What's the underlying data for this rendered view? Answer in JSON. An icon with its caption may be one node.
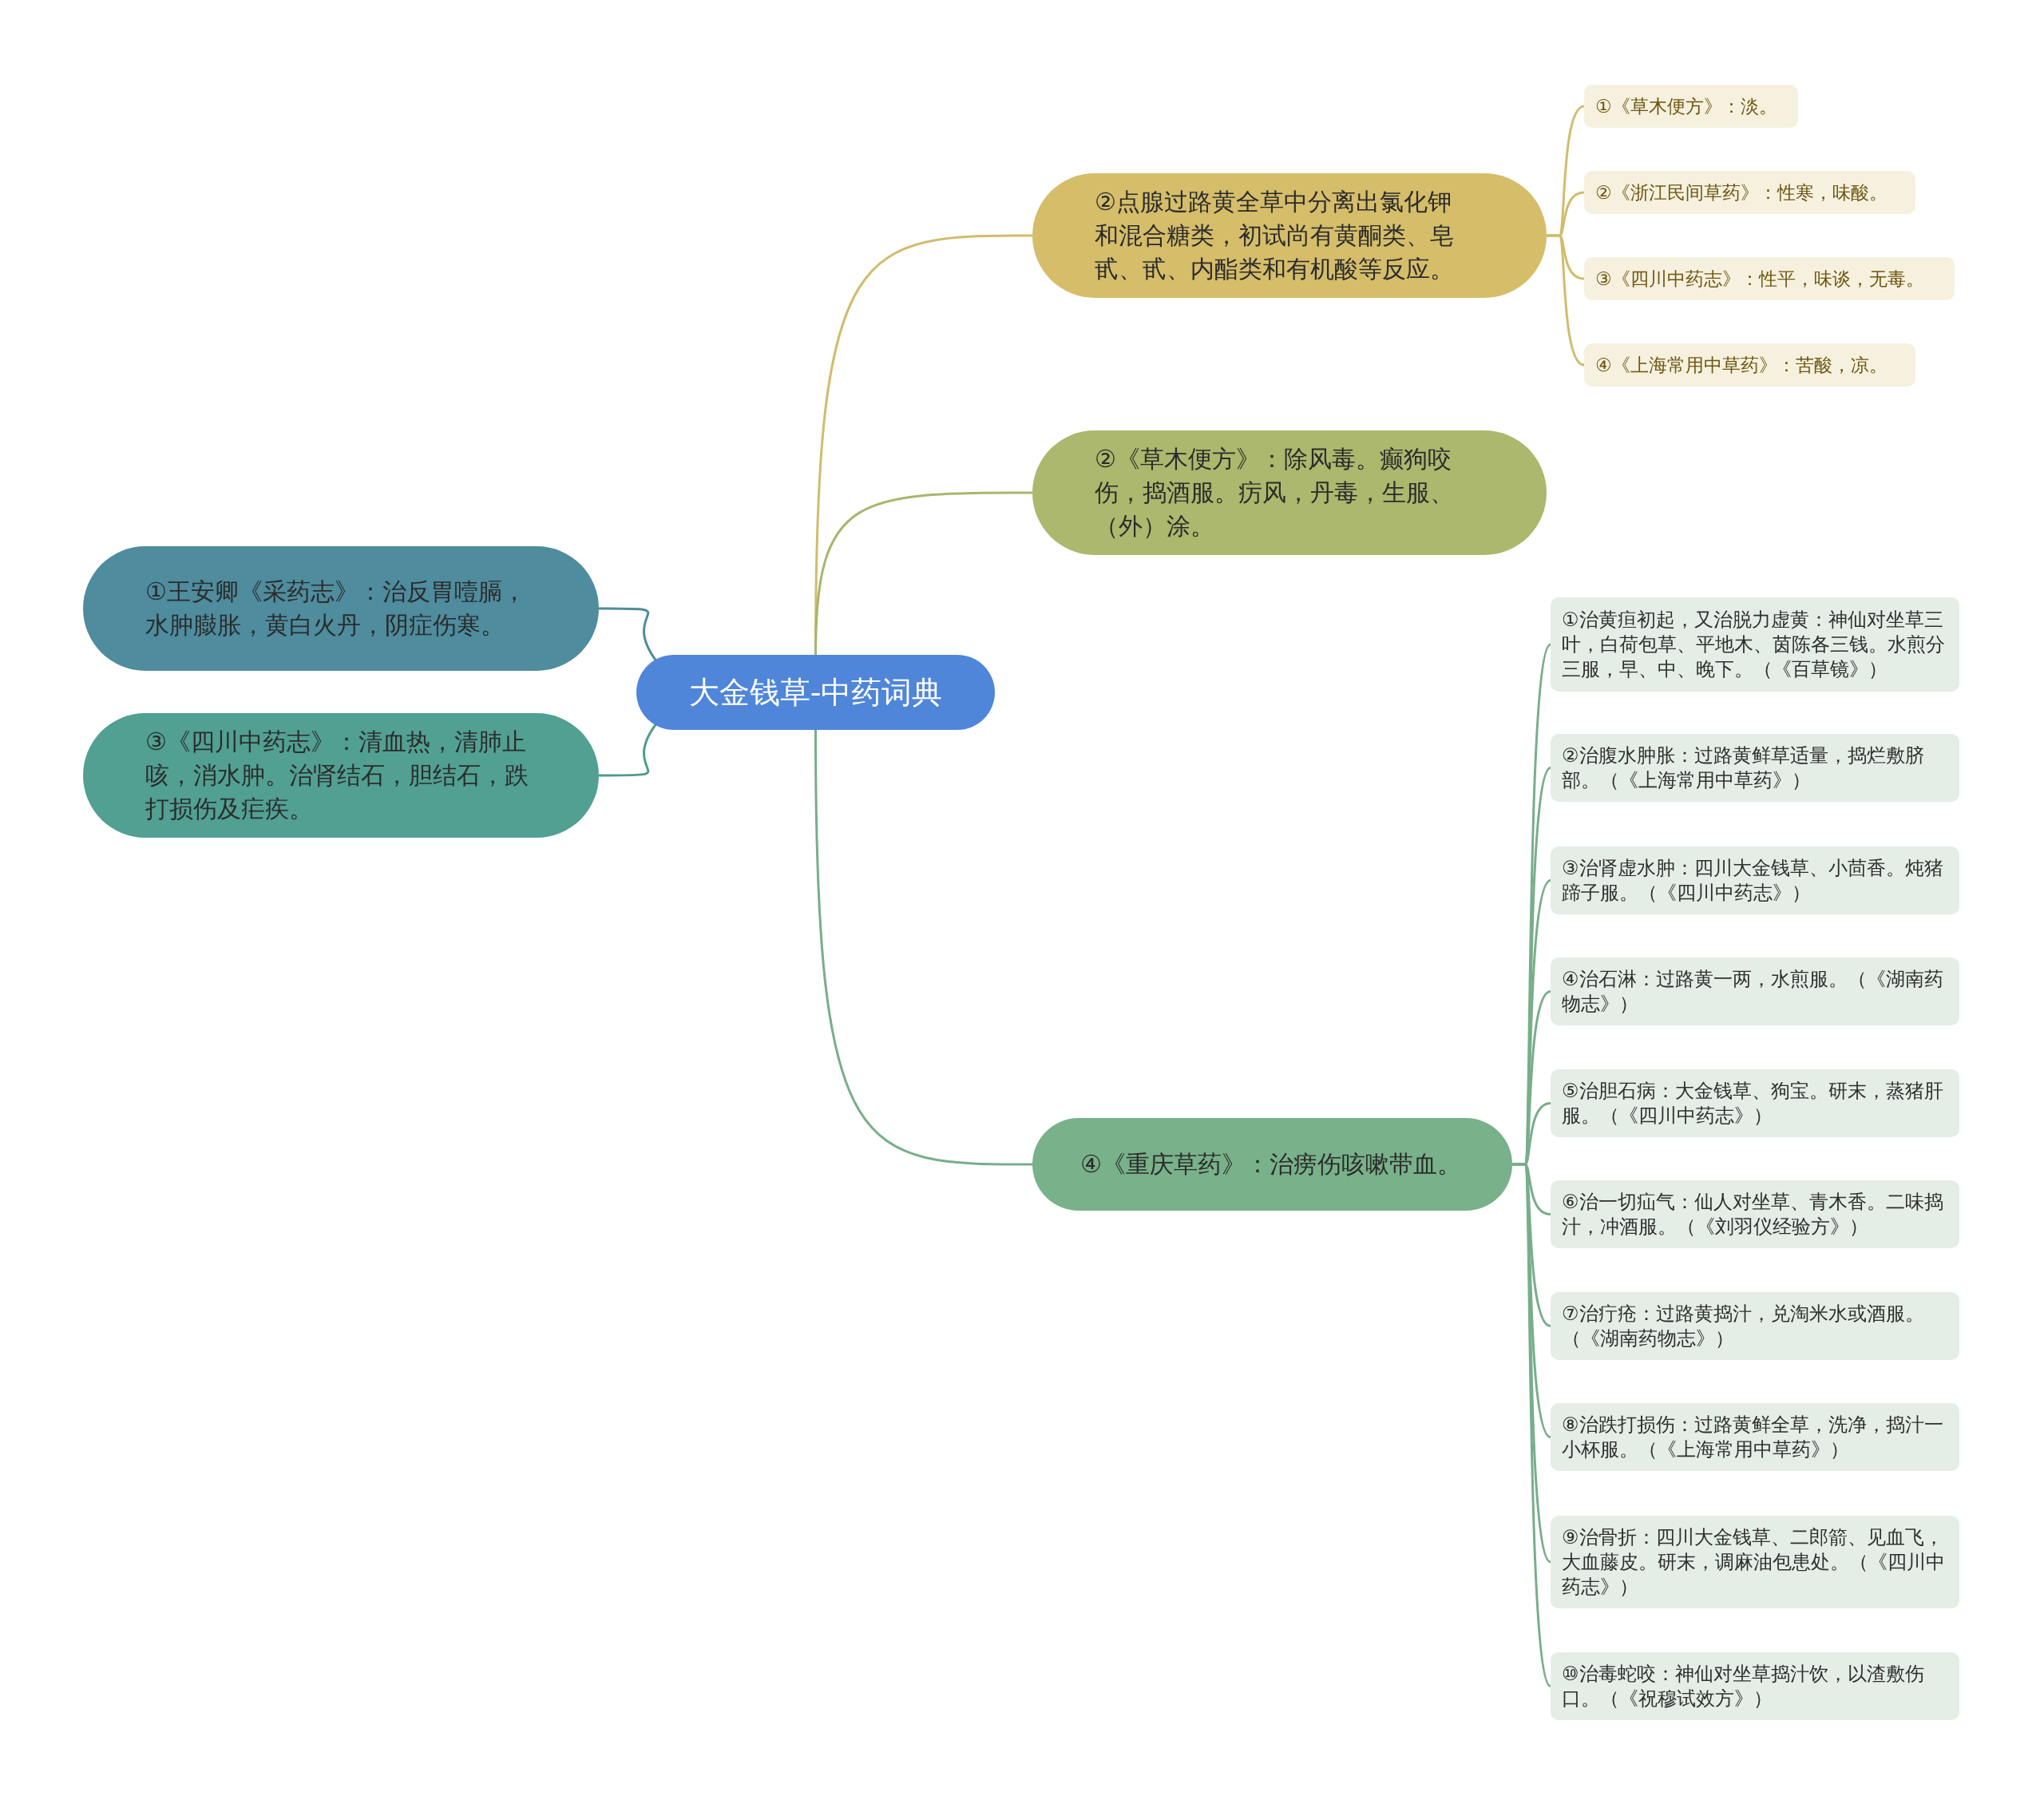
{
  "diagram": {
    "nodes": [
      {
        "text": [
          "大金钱草-中药词典"
        ]
      },
      {
        "text": [
          "①王安卿《采药志》：治反胃噎膈，水肿臌胀，黄白火丹，阴症伤寒。"
        ]
      },
      {
        "text": [
          "③《四川中药志》：清血热，清肺止咳，消水肿。治肾结石，胆结石，跌打损伤及疟疾。"
        ]
      },
      {
        "text": [
          "②点腺过路黄全草中分离出氯化钾和混合糖类，初试尚有黄酮类、皂甙、甙、内酯类和有机酸等反应。"
        ]
      },
      {
        "text": [
          "①《草木便方》：淡。"
        ]
      },
      {
        "text": [
          "②《浙江民间草药》：性寒，味酸。"
        ]
      },
      {
        "text": [
          "③《四川中药志》：性平，味谈，无毒。"
        ]
      },
      {
        "text": [
          "④《上海常用中草药》：苦酸，凉。"
        ]
      },
      {
        "text": [
          "②《草木便方》：除风毒。癫狗咬伤，捣酒服。疠风，丹毒，生服、（外）涂。"
        ]
      },
      {
        "text": [
          "④《重庆草药》：治痨伤咳嗽带血。"
        ]
      },
      {
        "text": [
          "①治黄疸初起，又治脱力虚黄：神仙对坐草三叶，白荷包草、平地木、茵陈各三钱。水煎分三服，早、中、晚下。（《百草镜》）"
        ]
      },
      {
        "text": [
          "②治腹水肿胀：过路黄鲜草适量，捣烂敷脐部。（《上海常用中草药》）"
        ]
      },
      {
        "text": [
          "③治肾虚水肿：四川大金钱草、小茴香。炖猪蹄子服。（《四川中药志》）"
        ]
      },
      {
        "text": [
          "④治石淋：过路黄一两，水煎服。（《湖南药物志》）"
        ]
      },
      {
        "text": [
          "⑤治胆石病：大金钱草、狗宝。研末，蒸猪肝服。（《四川中药志》）"
        ]
      },
      {
        "text": [
          "⑥治一切疝气：仙人对坐草、青木香。二味捣汁，冲酒服。（《刘羽仪经验方》）"
        ]
      },
      {
        "text": [
          "⑦治疔疮：过路黄捣汁，兑淘米水或酒服。（《湖南药物志》）"
        ]
      },
      {
        "text": [
          "⑧治跌打损伤：过路黄鲜全草，洗净，捣汁一小杯服。（《上海常用中草药》）"
        ]
      },
      {
        "text": [
          "⑨治骨折：四川大金钱草、二郎箭、见血飞，大血藤皮。研末，调麻油包患处。（《四川中药志》）"
        ]
      },
      {
        "text": [
          "⑩治毒蛇咬：神仙对坐草捣汁饮，以渣敷伤口。（《祝穆试效方》）"
        ]
      }
    ],
    "edges": [
      {
        "from": 0,
        "to": 1,
        "arrow": "none",
        "color": "#4e8c9c"
      },
      {
        "from": 0,
        "to": 2,
        "arrow": "none",
        "color": "#4f9c8e"
      },
      {
        "from": 0,
        "to": 3,
        "arrow": "none",
        "color": "#d2bc6c"
      },
      {
        "from": 3,
        "to": 4,
        "arrow": "none",
        "color": "#d2bc6c"
      },
      {
        "from": 3,
        "to": 5,
        "arrow": "none",
        "color": "#d2bc6c"
      },
      {
        "from": 3,
        "to": 6,
        "arrow": "none",
        "color": "#d2bc6c"
      },
      {
        "from": 3,
        "to": 7,
        "arrow": "none",
        "color": "#d2bc6c"
      },
      {
        "from": 0,
        "to": 8,
        "arrow": "none",
        "color": "#a9b56c"
      },
      {
        "from": 0,
        "to": 9,
        "arrow": "none"
      },
      {
        "from": 9,
        "to": 10,
        "arrow": "none"
      },
      {
        "from": 9,
        "to": 11,
        "arrow": "none"
      },
      {
        "from": 9,
        "to": 12,
        "arrow": "none"
      },
      {
        "from": 9,
        "to": 13,
        "arrow": "none"
      },
      {
        "from": 9,
        "to": 14,
        "arrow": "none"
      },
      {
        "from": 9,
        "to": 15,
        "arrow": "none"
      },
      {
        "from": 9,
        "to": 16,
        "arrow": "none"
      },
      {
        "from": 9,
        "to": 17,
        "arrow": "none"
      },
      {
        "from": 9,
        "to": 18,
        "arrow": "none"
      },
      {
        "from": 9,
        "to": 19,
        "arrow": "none"
      }
    ]
  }
}
